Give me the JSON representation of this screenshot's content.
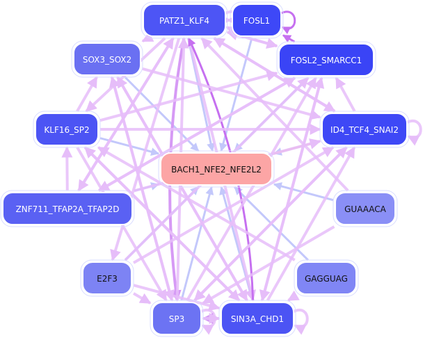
{
  "graph": {
    "colors": {
      "edge_light": "#e6bdf9",
      "edge_medium": "#d69af5",
      "edge_strong": "#c670f0",
      "edge_blue": "#c3c8fb",
      "edge_red": "#f7c0c0"
    },
    "nodes": [
      {
        "id": "PATZ1_KLF4",
        "label": "PATZ1_KLF4",
        "fill": "#4d55f5",
        "text": "#ffffff"
      },
      {
        "id": "FOSL1",
        "label": "FOSL1",
        "fill": "#3e48f7",
        "text": "#ffffff"
      },
      {
        "id": "SOX3_SOX2",
        "label": "SOX3_SOX2",
        "fill": "#6a70f2",
        "text": "#ffffff"
      },
      {
        "id": "FOSL2_SMARCC1",
        "label": "FOSL2_SMARCC1",
        "fill": "#3a44f6",
        "text": "#ffffff"
      },
      {
        "id": "KLF16_SP2",
        "label": "KLF16_SP2",
        "fill": "#4c54f4",
        "text": "#ffffff"
      },
      {
        "id": "ID4_TCF4_SNAI2",
        "label": "ID4_TCF4_SNAI2",
        "fill": "#3e48f6",
        "text": "#ffffff"
      },
      {
        "id": "BACH1_NFE2_NFE2L2",
        "label": "BACH1_NFE2_NFE2L2",
        "fill": "#fca5a5",
        "text": "#111111"
      },
      {
        "id": "ZNF711_TFAP2A_TFAP2D",
        "label": "ZNF711_TFAP2A_TFAP2D",
        "fill": "#5a61f3",
        "text": "#ffffff"
      },
      {
        "id": "GUAAACA",
        "label": "GUAAACA",
        "fill": "#8a8ff6",
        "text": "#111111"
      },
      {
        "id": "E2F3",
        "label": "E2F3",
        "fill": "#7d83f4",
        "text": "#111111"
      },
      {
        "id": "GAGGUAG",
        "label": "GAGGUAG",
        "fill": "#8086f5",
        "text": "#111111"
      },
      {
        "id": "SP3",
        "label": "SP3",
        "fill": "#6c73f3",
        "text": "#ffffff"
      },
      {
        "id": "SIN3A_CHD1",
        "label": "SIN3A_CHD1",
        "fill": "#4c54f4",
        "text": "#ffffff"
      }
    ],
    "edges": [
      {
        "source": "PATZ1_KLF4",
        "target": "BACH1_NFE2_NFE2L2",
        "type": "blue"
      },
      {
        "source": "FOSL1",
        "target": "BACH1_NFE2_NFE2L2",
        "type": "blue"
      },
      {
        "source": "SOX3_SOX2",
        "target": "BACH1_NFE2_NFE2L2",
        "type": "blue"
      },
      {
        "source": "FOSL2_SMARCC1",
        "target": "BACH1_NFE2_NFE2L2",
        "type": "blue"
      },
      {
        "source": "KLF16_SP2",
        "target": "BACH1_NFE2_NFE2L2",
        "type": "blue"
      },
      {
        "source": "ID4_TCF4_SNAI2",
        "target": "BACH1_NFE2_NFE2L2",
        "type": "blue"
      },
      {
        "source": "ZNF711_TFAP2A_TFAP2D",
        "target": "BACH1_NFE2_NFE2L2",
        "type": "blue"
      },
      {
        "source": "GUAAACA",
        "target": "BACH1_NFE2_NFE2L2",
        "type": "blue"
      },
      {
        "source": "E2F3",
        "target": "BACH1_NFE2_NFE2L2",
        "type": "blue"
      },
      {
        "source": "GAGGUAG",
        "target": "BACH1_NFE2_NFE2L2",
        "type": "blue"
      },
      {
        "source": "SP3",
        "target": "BACH1_NFE2_NFE2L2",
        "type": "blue"
      },
      {
        "source": "SIN3A_CHD1",
        "target": "BACH1_NFE2_NFE2L2",
        "type": "blue"
      },
      {
        "source": "BACH1_NFE2_NFE2L2",
        "target": "ID4_TCF4_SNAI2",
        "type": "red"
      },
      {
        "source": "PATZ1_KLF4",
        "target": "FOSL1",
        "type": "light"
      },
      {
        "source": "FOSL1",
        "target": "PATZ1_KLF4",
        "type": "light"
      },
      {
        "source": "PATZ1_KLF4",
        "target": "FOSL2_SMARCC1",
        "type": "light"
      },
      {
        "source": "PATZ1_KLF4",
        "target": "ID4_TCF4_SNAI2",
        "type": "light"
      },
      {
        "source": "PATZ1_KLF4",
        "target": "SOX3_SOX2",
        "type": "light"
      },
      {
        "source": "PATZ1_KLF4",
        "target": "KLF16_SP2",
        "type": "light"
      },
      {
        "source": "PATZ1_KLF4",
        "target": "ZNF711_TFAP2A_TFAP2D",
        "type": "light"
      },
      {
        "source": "PATZ1_KLF4",
        "target": "E2F3",
        "type": "light"
      },
      {
        "source": "PATZ1_KLF4",
        "target": "SP3",
        "type": "medium"
      },
      {
        "source": "PATZ1_KLF4",
        "target": "SIN3A_CHD1",
        "type": "light"
      },
      {
        "source": "SIN3A_CHD1",
        "target": "PATZ1_KLF4",
        "type": "strong"
      },
      {
        "source": "FOSL2_SMARCC1",
        "target": "FOSL1",
        "type": "strong"
      },
      {
        "source": "FOSL1",
        "target": "FOSL1",
        "type": "strong"
      },
      {
        "source": "PATZ1_KLF4",
        "target": "PATZ1_KLF4",
        "type": "light"
      },
      {
        "source": "ID4_TCF4_SNAI2",
        "target": "ID4_TCF4_SNAI2",
        "type": "light"
      },
      {
        "source": "SIN3A_CHD1",
        "target": "SIN3A_CHD1",
        "type": "light"
      },
      {
        "source": "SP3",
        "target": "SP3",
        "type": "light"
      },
      {
        "source": "SIN3A_CHD1",
        "target": "SP3",
        "type": "medium"
      },
      {
        "source": "SP3",
        "target": "SIN3A_CHD1",
        "type": "light"
      },
      {
        "source": "KLF16_SP2",
        "target": "SOX3_SOX2",
        "type": "light"
      },
      {
        "source": "KLF16_SP2",
        "target": "FOSL2_SMARCC1",
        "type": "light"
      },
      {
        "source": "KLF16_SP2",
        "target": "ID4_TCF4_SNAI2",
        "type": "light"
      },
      {
        "source": "KLF16_SP2",
        "target": "SIN3A_CHD1",
        "type": "light"
      },
      {
        "source": "KLF16_SP2",
        "target": "SP3",
        "type": "light"
      },
      {
        "source": "ZNF711_TFAP2A_TFAP2D",
        "target": "KLF16_SP2",
        "type": "light"
      },
      {
        "source": "ZNF711_TFAP2A_TFAP2D",
        "target": "FOSL2_SMARCC1",
        "type": "light"
      },
      {
        "source": "ZNF711_TFAP2A_TFAP2D",
        "target": "PATZ1_KLF4",
        "type": "light"
      },
      {
        "source": "ZNF711_TFAP2A_TFAP2D",
        "target": "ID4_TCF4_SNAI2",
        "type": "light"
      },
      {
        "source": "SOX3_SOX2",
        "target": "SIN3A_CHD1",
        "type": "light"
      },
      {
        "source": "SOX3_SOX2",
        "target": "SP3",
        "type": "light"
      },
      {
        "source": "SOX3_SOX2",
        "target": "ID4_TCF4_SNAI2",
        "type": "light"
      },
      {
        "source": "SP3",
        "target": "SOX3_SOX2",
        "type": "light"
      },
      {
        "source": "SP3",
        "target": "PATZ1_KLF4",
        "type": "light"
      },
      {
        "source": "SP3",
        "target": "FOSL2_SMARCC1",
        "type": "light"
      },
      {
        "source": "SP3",
        "target": "ID4_TCF4_SNAI2",
        "type": "light"
      },
      {
        "source": "SIN3A_CHD1",
        "target": "FOSL2_SMARCC1",
        "type": "light"
      },
      {
        "source": "SIN3A_CHD1",
        "target": "ID4_TCF4_SNAI2",
        "type": "light"
      },
      {
        "source": "SIN3A_CHD1",
        "target": "KLF16_SP2",
        "type": "light"
      },
      {
        "source": "SIN3A_CHD1",
        "target": "SOX3_SOX2",
        "type": "light"
      },
      {
        "source": "E2F3",
        "target": "ID4_TCF4_SNAI2",
        "type": "light"
      },
      {
        "source": "E2F3",
        "target": "FOSL2_SMARCC1",
        "type": "light"
      },
      {
        "source": "E2F3",
        "target": "SP3",
        "type": "light"
      },
      {
        "source": "E2F3",
        "target": "SIN3A_CHD1",
        "type": "light"
      },
      {
        "source": "ID4_TCF4_SNAI2",
        "target": "FOSL2_SMARCC1",
        "type": "light"
      },
      {
        "source": "ID4_TCF4_SNAI2",
        "target": "PATZ1_KLF4",
        "type": "light"
      },
      {
        "source": "ID4_TCF4_SNAI2",
        "target": "SP3",
        "type": "light"
      },
      {
        "source": "FOSL2_SMARCC1",
        "target": "PATZ1_KLF4",
        "type": "light"
      },
      {
        "source": "FOSL2_SMARCC1",
        "target": "SIN3A_CHD1",
        "type": "light"
      },
      {
        "source": "FOSL2_SMARCC1",
        "target": "ZNF711_TFAP2A_TFAP2D",
        "type": "light"
      },
      {
        "source": "GUAAACA",
        "target": "SP3",
        "type": "light"
      },
      {
        "source": "GUAAACA",
        "target": "PATZ1_KLF4",
        "type": "light"
      },
      {
        "source": "GAGGUAG",
        "target": "SIN3A_CHD1",
        "type": "light"
      },
      {
        "source": "GAGGUAG",
        "target": "KLF16_SP2",
        "type": "light"
      }
    ]
  }
}
